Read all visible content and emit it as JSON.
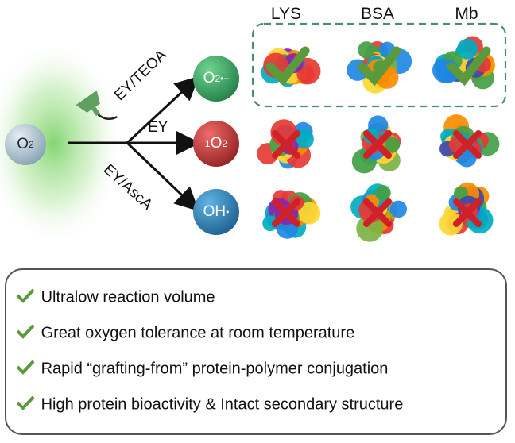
{
  "columns": [
    "LYS",
    "BSA",
    "Mb"
  ],
  "start": {
    "base": "O",
    "sub": "2"
  },
  "paths": [
    {
      "label": "EY/TEOA",
      "product": {
        "base": "O",
        "sub": "2",
        "sup": "•−"
      },
      "color": "#1f8f4a",
      "result": "check"
    },
    {
      "label": "EY",
      "product": {
        "base": "O",
        "sub": "2",
        "pre_sup": "1"
      },
      "color": "#b81f1f",
      "result": "cross"
    },
    {
      "label": "EY/AscA",
      "product": {
        "base": "OH",
        "sup": "•"
      },
      "color": "#1d6fa3",
      "result": "cross"
    }
  ],
  "icons": {
    "lamp": "lamp-icon",
    "check": "check-icon",
    "cross": "cross-icon"
  },
  "colors": {
    "check": "#5a9a3c",
    "cross": "#d0202a",
    "dashed_box": "#4a8f70"
  },
  "features": [
    "Ultralow reaction volume",
    "Great oxygen tolerance at room temperature",
    "Rapid “grafting-from” protein-polymer conjugation",
    "High protein bioactivity & Intact secondary structure"
  ]
}
